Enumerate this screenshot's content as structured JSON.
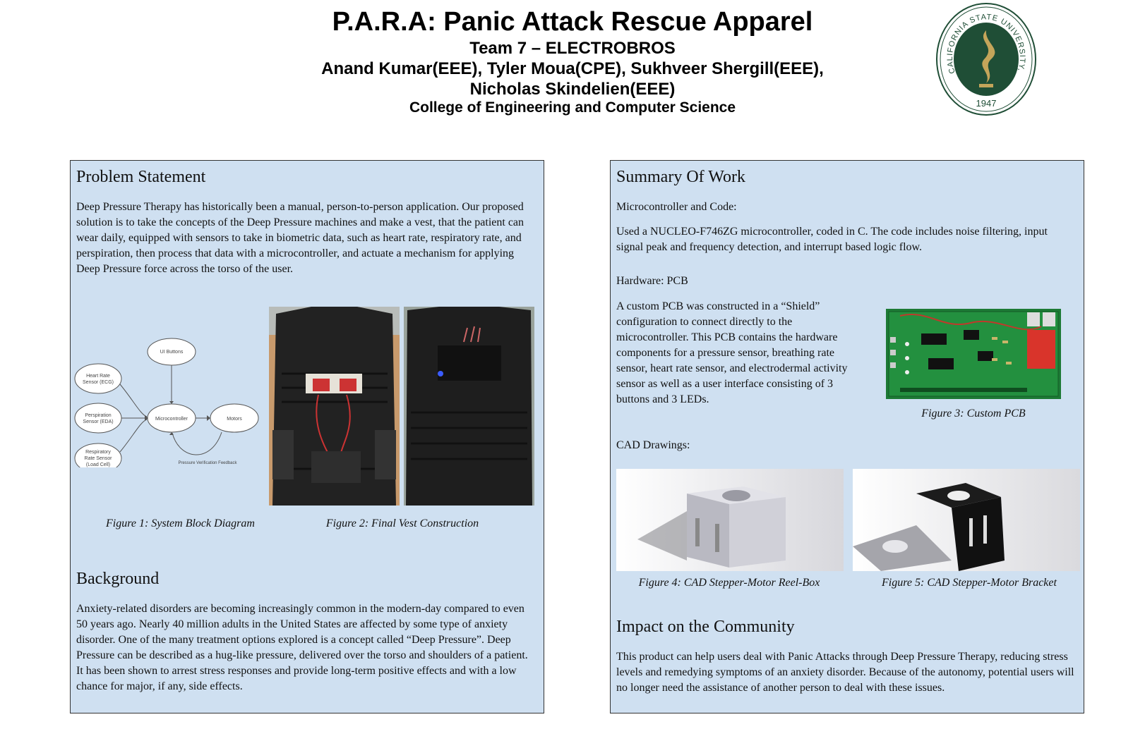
{
  "header": {
    "title": "P.A.R.A: Panic Attack Rescue Apparel",
    "team": "Team 7 – ELECTROBROS",
    "authors_line1": "Anand Kumar(EEE), Tyler Moua(CPE), Sukhveer Shergill(EEE),",
    "authors_line2": "Nicholas Skindelien(EEE)",
    "college": "College of Engineering and Computer Science"
  },
  "seal": {
    "text_top": "CALIFORNIA STATE UNIVERSITY, SACRAMENTO",
    "year": "1947",
    "colors": {
      "green": "#1f4e36",
      "gold": "#c4a55a"
    }
  },
  "problem": {
    "heading": "Problem Statement",
    "body": "Deep Pressure Therapy has historically been a manual, person-to-person application. Our proposed solution is to take the concepts of the Deep Pressure machines and make a vest, that the patient can wear daily, equipped with sensors to take in biometric data, such as heart rate, respiratory rate, and perspiration, then process that data with a microcontroller, and actuate a mechanism for applying Deep Pressure force across the torso of the user."
  },
  "figure1": {
    "caption": "Figure 1: System Block Diagram",
    "nodes": {
      "ui": "UI Buttons",
      "hr1": "Heart Rate",
      "hr2": "Sensor (ECG)",
      "per1": "Perspiration",
      "per2": "Sensor (EDA)",
      "resp1": "Respiratory",
      "resp2": "Rate Sensor",
      "resp3": "(Load Cell)",
      "mcu": "Microcontroller",
      "motors": "Motors",
      "feedback": "Pressure Verification Feedback"
    }
  },
  "figure2": {
    "caption": "Figure 2: Final Vest Construction"
  },
  "background": {
    "heading": "Background",
    "body": "Anxiety-related disorders are becoming increasingly common in the modern-day compared to even 50 years ago. Nearly 40 million adults in the United States are affected by some type of anxiety disorder. One of the many treatment options explored is a concept called “Deep Pressure”. Deep Pressure can be described as a hug-like pressure, delivered over the torso and shoulders of a patient. It has been shown to arrest stress responses and provide long-term positive effects and with a low chance for major, if any, side effects."
  },
  "summary": {
    "heading": "Summary Of Work",
    "mcu_label": "Microcontroller and Code:",
    "mcu_body": "Used a NUCLEO-F746ZG microcontroller, coded in C. The code includes noise filtering, input signal peak and frequency detection, and interrupt based logic flow.",
    "pcb_label": "Hardware: PCB",
    "pcb_body": "A custom PCB was constructed in a “Shield” configuration to connect directly to the microcontroller. This PCB contains the hardware components for a pressure sensor, breathing rate sensor, heart rate sensor, and electrodermal activity sensor as well as a user interface consisting of 3 buttons and 3 LEDs.",
    "pcb_caption": "Figure 3: Custom PCB",
    "cad_label": "CAD Drawings:",
    "cad4_caption": "Figure 4: CAD Stepper-Motor Reel-Box",
    "cad5_caption": "Figure 5: CAD Stepper-Motor Bracket"
  },
  "impact": {
    "heading": "Impact on the Community",
    "body": "This product can help users deal with Panic Attacks through Deep Pressure Therapy, reducing stress levels and remedying symptoms of an anxiety disorder. Because of the autonomy, potential users will no longer need the assistance of another person to deal with these issues."
  }
}
